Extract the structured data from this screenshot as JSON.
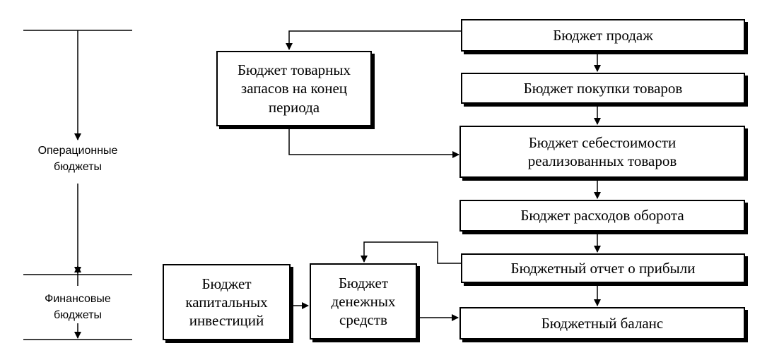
{
  "side_labels": {
    "operational": "Операционные\nбюджеты",
    "financial": "Финансовые\nбюджеты"
  },
  "boxes": {
    "sales": "Бюджет продаж",
    "inventory": "Бюджет товарных\nзапасов на конец\nпериода",
    "purchases": "Бюджет покупки товаров",
    "cogs": "Бюджет себестоимости\nреализованных товаров",
    "turnover_expenses": "Бюджет расходов оборота",
    "profit_report": "Бюджетный отчет о прибыли",
    "capital_investments": "Бюджет\nкапитальных\nинвестиций",
    "cash": "Бюджет\nденежных\nсредств",
    "balance": "Бюджетный баланс"
  }
}
